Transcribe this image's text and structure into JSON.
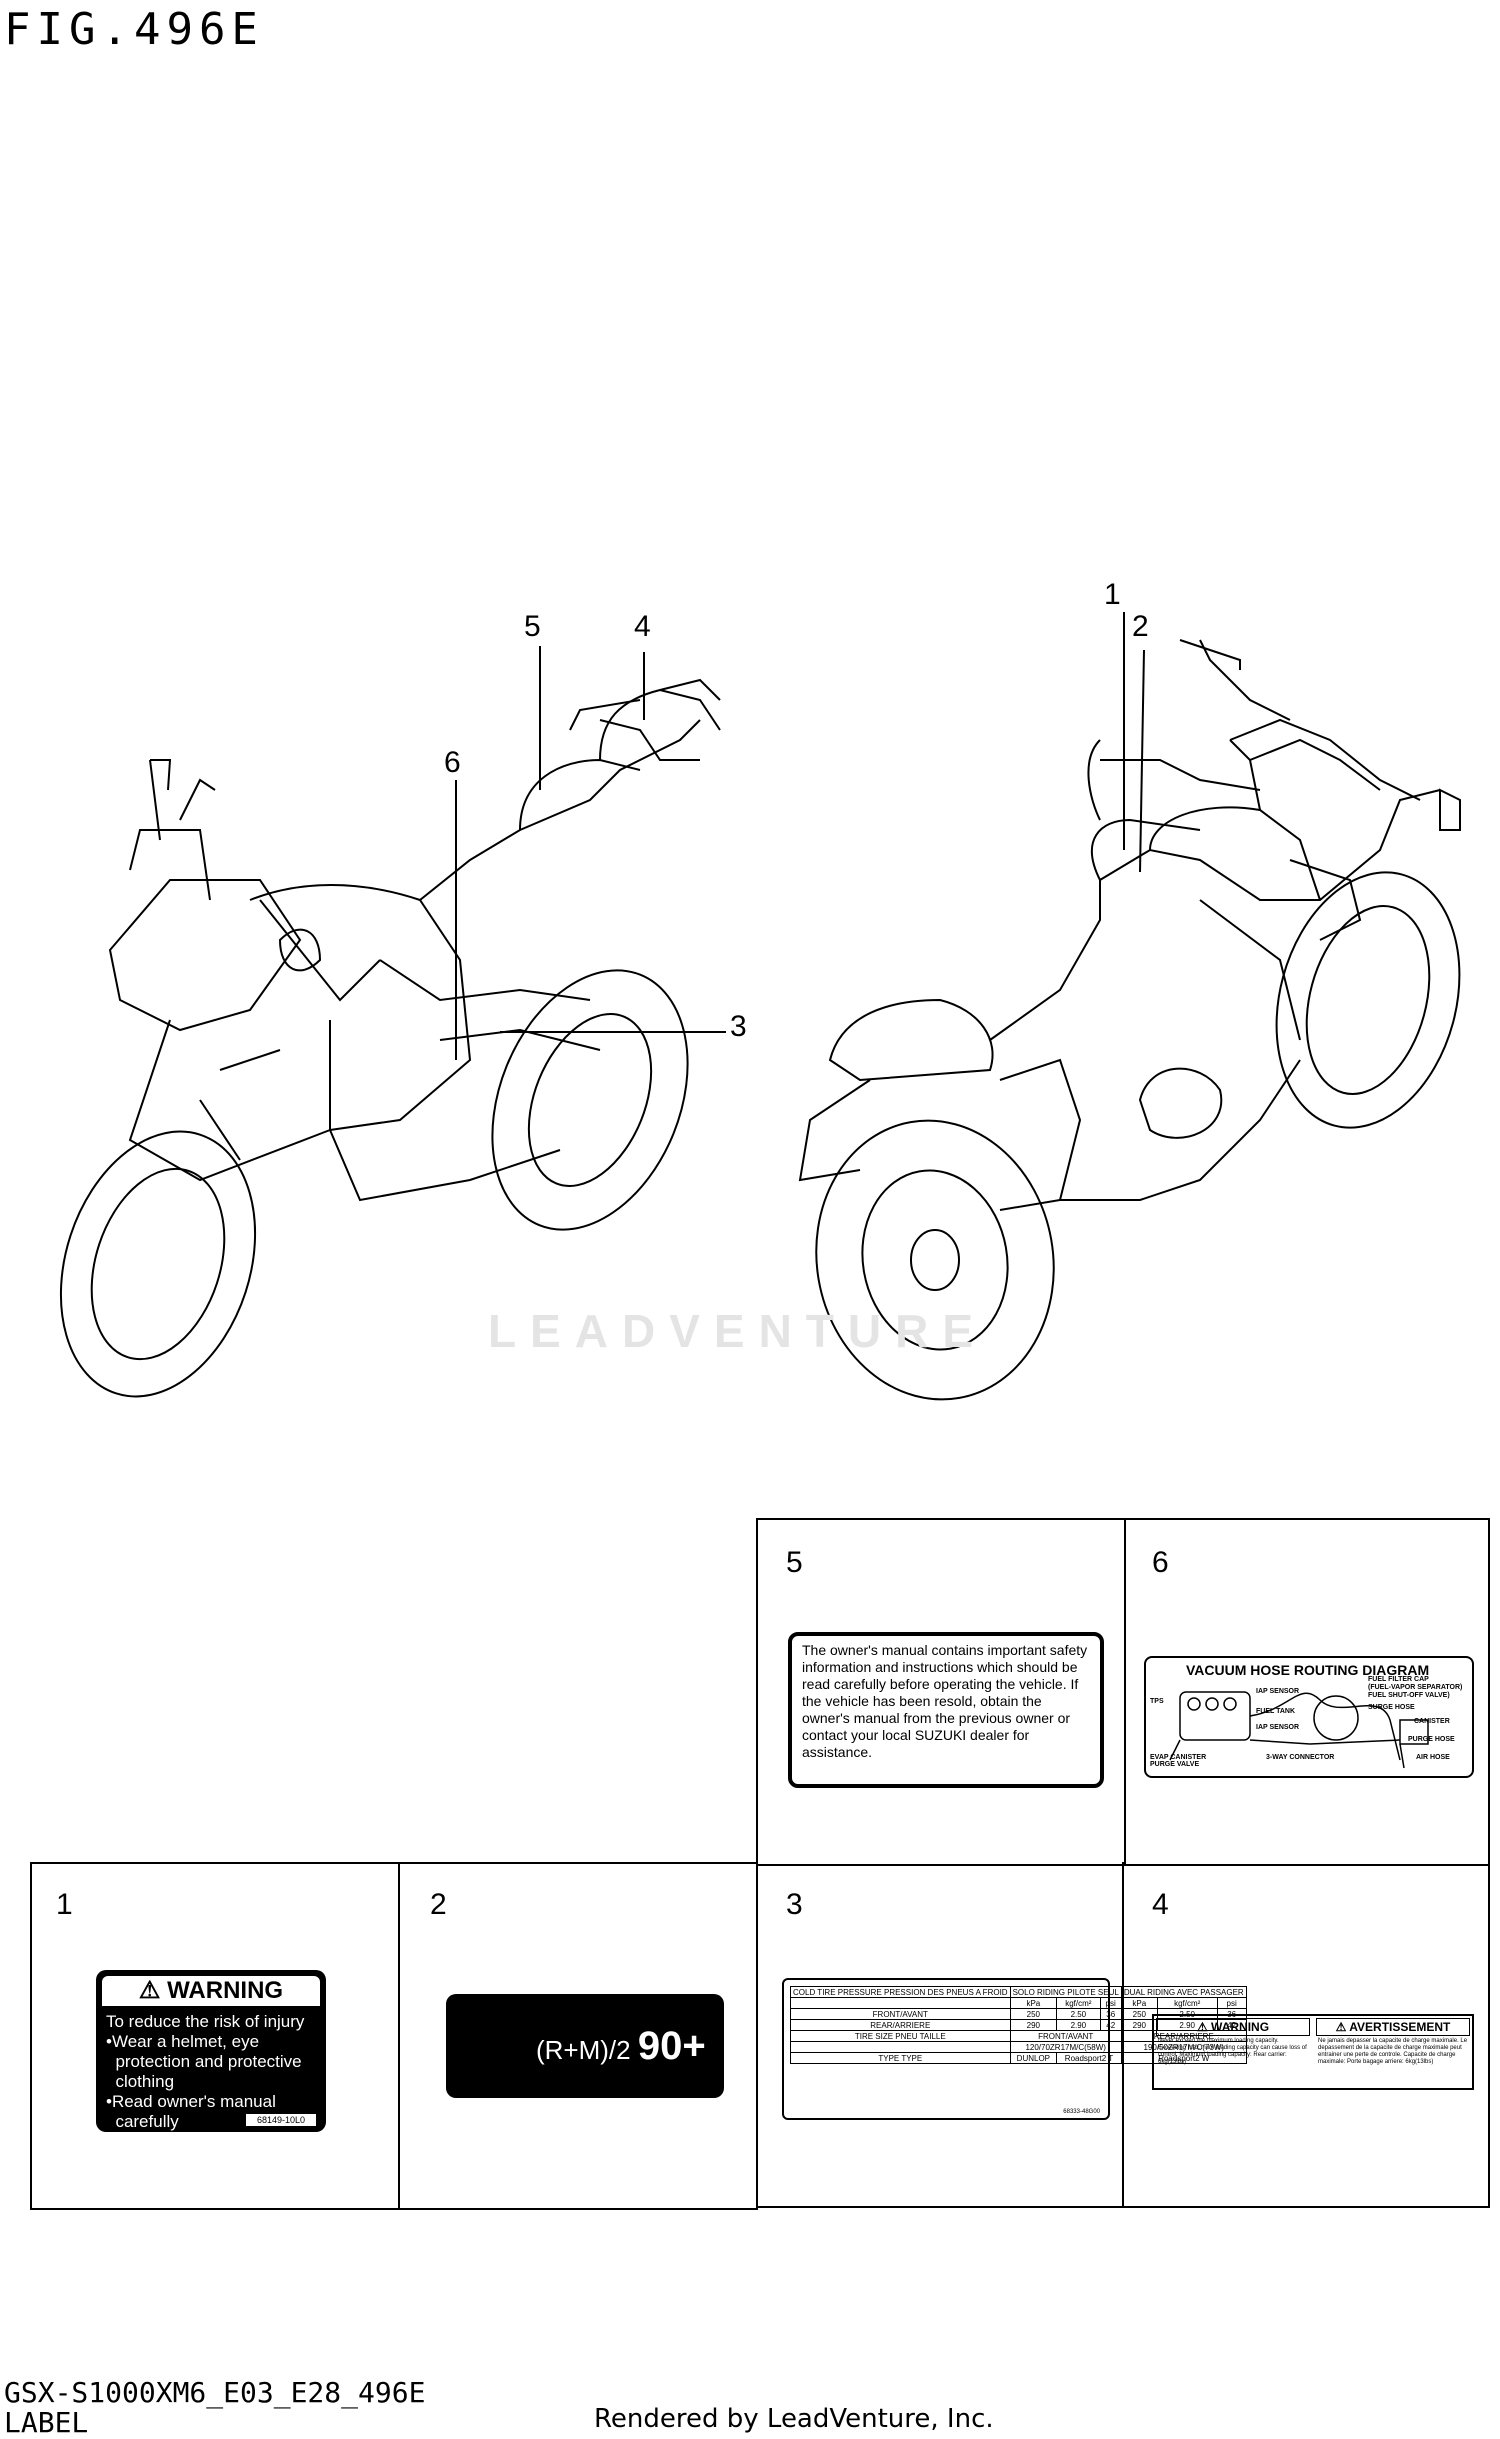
{
  "figure": {
    "title": "FIG.496E"
  },
  "callouts": [
    "1",
    "2",
    "3",
    "4",
    "5",
    "6"
  ],
  "watermark": "LEADVENTURE",
  "cells": {
    "c5": {
      "num": "5"
    },
    "c6": {
      "num": "6"
    },
    "c1": {
      "num": "1"
    },
    "c2": {
      "num": "2"
    },
    "c3": {
      "num": "3"
    },
    "c4": {
      "num": "4"
    }
  },
  "label5": {
    "text": "The owner's manual contains important safety information and instructions which should be read carefully before operating the vehicle. If the vehicle has been resold, obtain the owner's manual from the previous owner or contact your local SUZUKI dealer for assistance."
  },
  "label6": {
    "title": "VACUUM HOSE ROUTING DIAGRAM",
    "tags": [
      "TPS",
      "IAP SENSOR",
      "FUEL FILTER CAP",
      "(FUEL-VAPOR SEPARATOR)",
      "FUEL SHUT-OFF VALVE)",
      "SURGE HOSE",
      "FUEL TANK",
      "IAP SENSOR",
      "CANISTER",
      "PURGE HOSE",
      "EVAP CANISTER PURGE VALVE",
      "3-WAY CONNECTOR",
      "AIR HOSE"
    ]
  },
  "label1": {
    "head": "⚠ WARNING",
    "body": "To reduce the risk of injury\n•Wear a helmet, eye\n  protection and protective\n  clothing\n•Read owner's manual\n  carefully",
    "code": "68149-10L0"
  },
  "label2": {
    "text": "(R+M)/2",
    "number": "90+"
  },
  "label3": {
    "header": [
      "COLD TIRE PRESSURE PRESSION DES PNEUS A FROID",
      "SOLO RIDING PILOTE SEUL",
      "DUAL RIDING AVEC PASSAGER"
    ],
    "units": [
      "",
      "kPa",
      "kgf/cm²",
      "psi",
      "kPa",
      "kgf/cm²",
      "psi"
    ],
    "front": [
      "FRONT/AVANT",
      "250",
      "2.50",
      "36",
      "250",
      "2.50",
      "36"
    ],
    "rear": [
      "REAR/ARRIERE",
      "290",
      "2.90",
      "42",
      "290",
      "2.90",
      "42"
    ],
    "size_row": [
      "TIRE SIZE PNEU TAILLE",
      "FRONT/AVANT",
      "REAR/ARRIERE"
    ],
    "size_vals": [
      "",
      "120/70ZR17M/C(58W)",
      "190/50ZR17M/C(73W)"
    ],
    "type_row": [
      "TYPE TYPE",
      "DUNLOP",
      "Roadsport2 T",
      "Roadsport2 W"
    ],
    "code": "68333-48G00"
  },
  "label4": {
    "left_head": "⚠ WARNING",
    "right_head": "⚠ AVERTISSEMENT",
    "left_text": "Never exceed the maximum loading capacity. Exceeding max.mum loading capacity can cause loss of control. Maximum loading capacity: Rear carrier: 6kg(13lbs)",
    "right_text": "Ne jamais depasser la capacite de charge maximale. Le depassement de la capacite de charge maximale peut entrainer une perte de controle. Capacite de charge maximale: Porte bagage arriere: 6kg(13lbs)"
  },
  "footer": {
    "code": "GSX-S1000XM6_E03_E28_496E",
    "name": "LABEL",
    "rendered": "Rendered by LeadVenture, Inc."
  }
}
